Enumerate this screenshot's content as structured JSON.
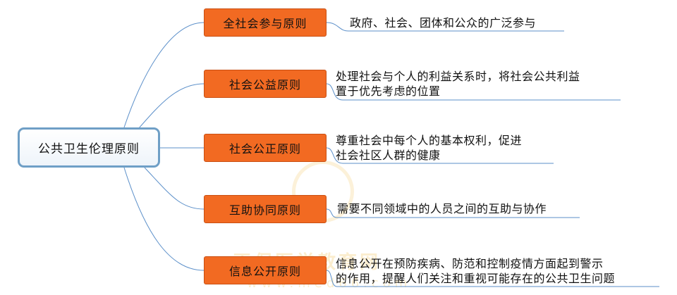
{
  "root": {
    "label": "公共卫生伦理原则"
  },
  "branches": [
    {
      "label": "全社会参与原则",
      "lines": [
        "政府、社会、团体和公众的广泛参与"
      ]
    },
    {
      "label": "社会公益原则",
      "lines": [
        "处理社会与个人的利益关系时，将社会公共利益",
        "置于优先考虑的位置"
      ]
    },
    {
      "label": "社会公正原则",
      "lines": [
        "尊重社会中每个人的基本权利，促进",
        "社会社区人群的健康"
      ]
    },
    {
      "label": "互助协同原则",
      "lines": [
        "需要不同领域中的人员之间的互助与协作"
      ]
    },
    {
      "label": "信息公开原则",
      "lines": [
        "信息公开在预防疾病、防范和控制疫情方面起到警示",
        "的作用，提醒人们关注和重视可能存在的公共卫生问题"
      ]
    }
  ],
  "watermark": {
    "text": "正保医学教育网",
    "url": "www.med66.com"
  },
  "colors": {
    "branch_fill": "#f26a22",
    "root_border": "#6f9fc6",
    "connector": "#5b8fc9"
  }
}
